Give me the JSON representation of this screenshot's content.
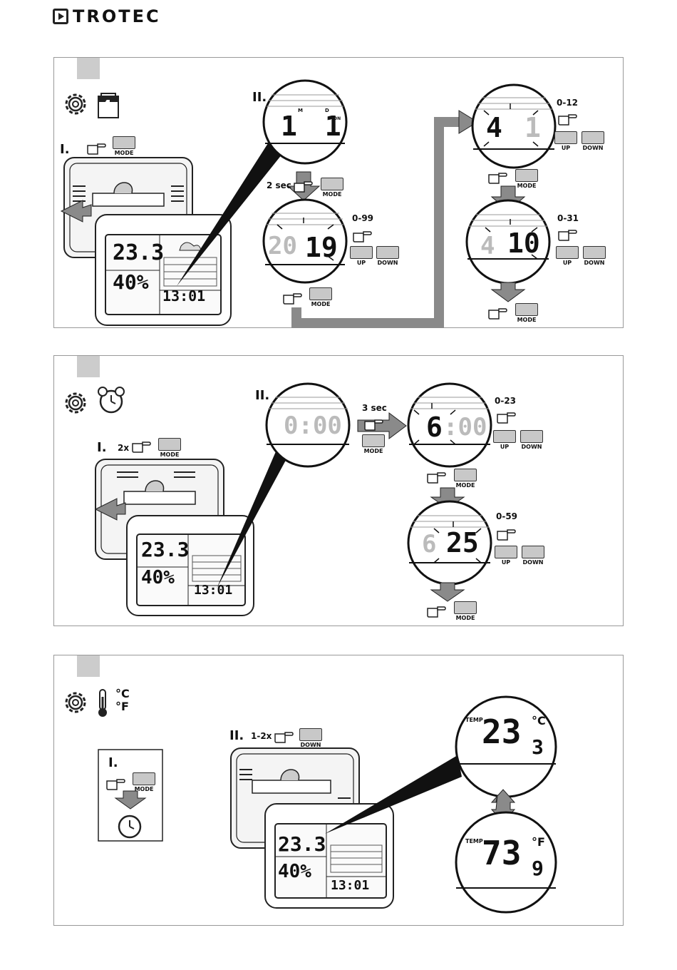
{
  "brand": {
    "name": "TROTEC"
  },
  "panel1": {
    "step1": "I.",
    "step2": "II.",
    "calendar_digit": "4",
    "hold_2sec": "2 sec",
    "range_year": "0-99",
    "range_month": "0-12",
    "range_day": "0-31",
    "btn_mode": "MODE",
    "btn_up": "UP",
    "btn_down": "DOWN",
    "lcd_temp": "23.3",
    "lcd_hum": "40%",
    "lcd_time": "13:01",
    "zoom_md": "1 1",
    "zoom_year_a": "20",
    "zoom_year_b": "19",
    "zoom_month_a": "4",
    "zoom_month_b": "1",
    "zoom_day_a": "4",
    "zoom_day_b": "10",
    "lbl_m": "M",
    "lbl_d": "D",
    "lbl_mon": "MON"
  },
  "panel2": {
    "step1": "I.",
    "step2": "II.",
    "press_2x": "2x",
    "hold_3sec": "3 sec",
    "range_hour": "0-23",
    "range_min": "0-59",
    "btn_mode": "MODE",
    "btn_up": "UP",
    "btn_down": "DOWN",
    "zoom_alarm": "0:00",
    "zoom_hour_a": "6",
    "zoom_hour_b": ":00",
    "zoom_min_a": "6",
    "zoom_min_b": "25",
    "lcd_temp": "23.3",
    "lcd_hum": "40%",
    "lcd_time": "13:01"
  },
  "panel3": {
    "step1": "I.",
    "step2": "II.",
    "press_12x": "1-2x",
    "unit_c": "°C",
    "unit_f": "°F",
    "btn_mode": "MODE",
    "btn_down": "DOWN",
    "temp_label": "TEMP",
    "temp_c": "23",
    "temp_c_dec": "3",
    "temp_c_unit": "°C",
    "temp_f": "73",
    "temp_f_dec": "9",
    "temp_f_unit": "°F",
    "lcd_temp": "23.3",
    "lcd_hum": "40%",
    "lcd_time": "13:01"
  },
  "colors": {
    "arrow": "#8a8a8a",
    "button": "#c8c8c8",
    "tab": "#cccccc",
    "border": "#999999"
  }
}
